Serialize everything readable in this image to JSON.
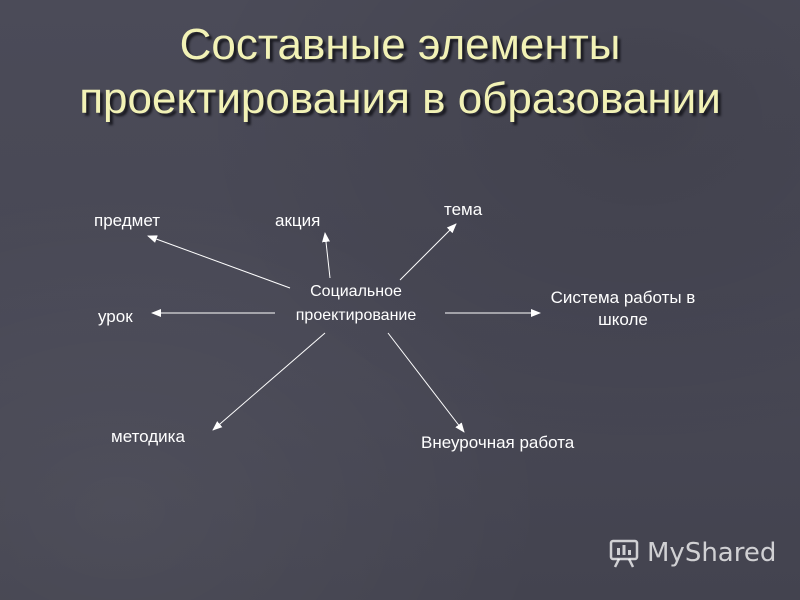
{
  "title": {
    "line1": "Составные элементы",
    "line2": "проектирования  в образовании"
  },
  "diagram": {
    "center_line1": "Социальное",
    "center_line2": "проектирование",
    "nodes": {
      "predmet": "предмет",
      "akciya": "акция",
      "tema": "тема",
      "urok": "урок",
      "sistema_line1": "Система работы в",
      "sistema_line2": "школе",
      "metodika": "методика",
      "vneurochnaya": "Внеурочная работа"
    }
  },
  "watermark": {
    "text": "MyShared",
    "icon": "presentation-board-icon"
  },
  "colors": {
    "background": "#4a4a57",
    "title": "#f2f2b6",
    "text": "#ffffff",
    "arrow": "#ffffff"
  }
}
